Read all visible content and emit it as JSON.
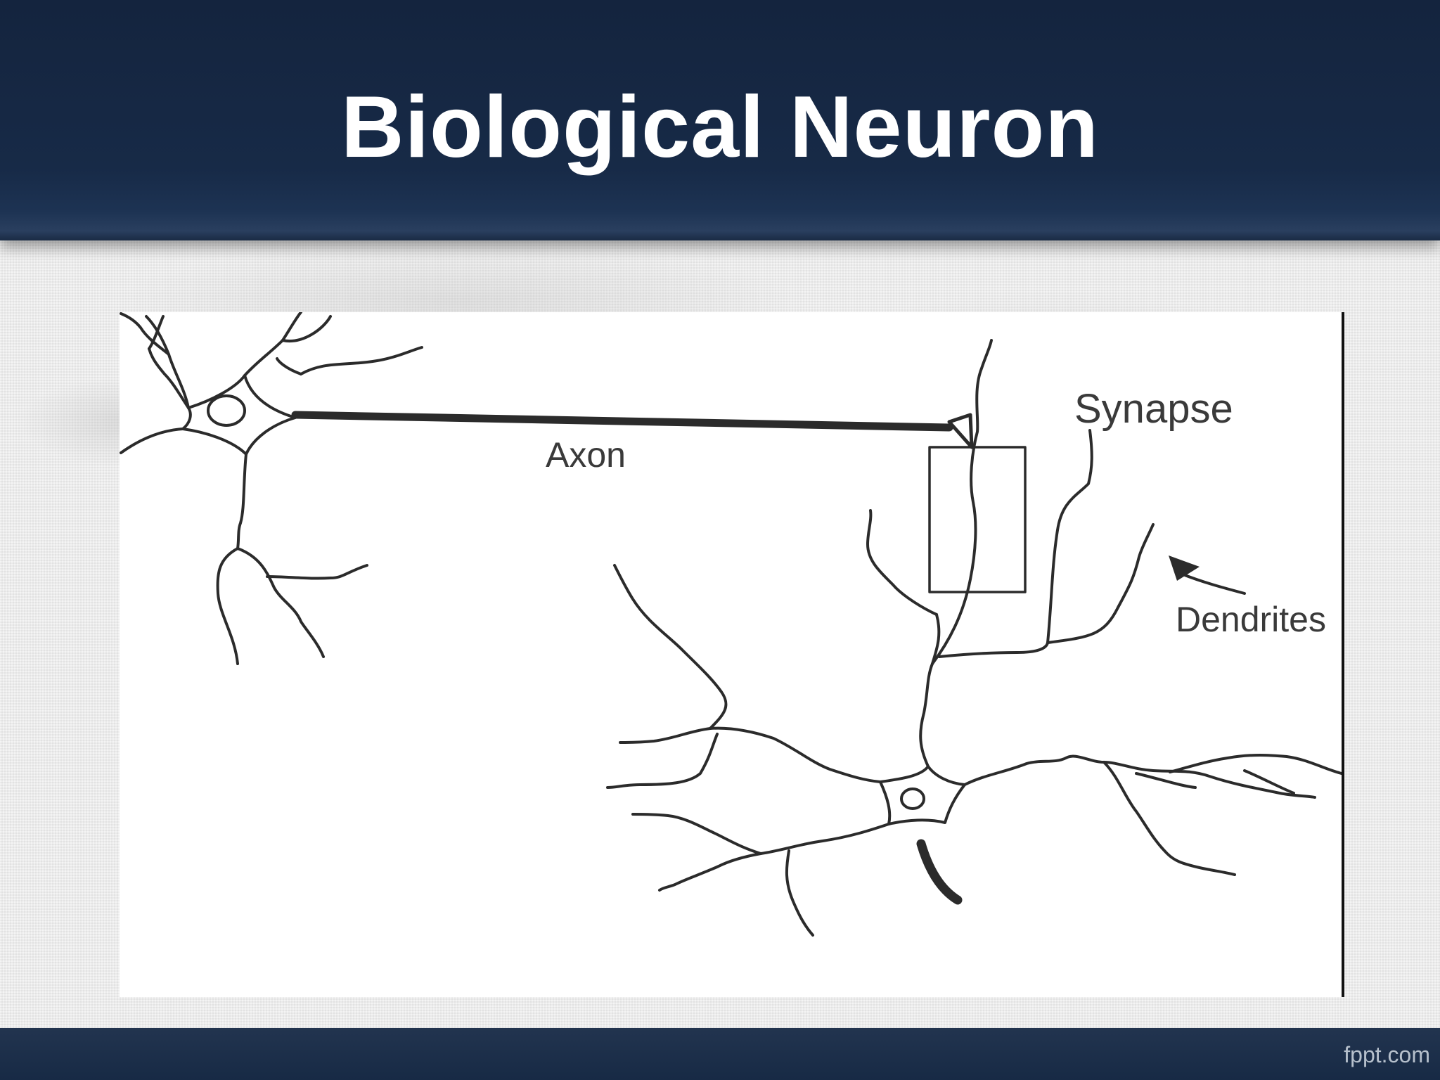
{
  "slide": {
    "title": "Biological Neuron",
    "footer_brand": "fppt.com"
  },
  "diagram": {
    "labels": {
      "axon": "Axon",
      "synapse": "Synapse",
      "dendrites": "Dendrites"
    }
  },
  "colors": {
    "header": "#172a47",
    "title": "#ffffff",
    "background": "#ebebeb",
    "panel": "#ffffff",
    "ink": "#2b2b2b"
  }
}
